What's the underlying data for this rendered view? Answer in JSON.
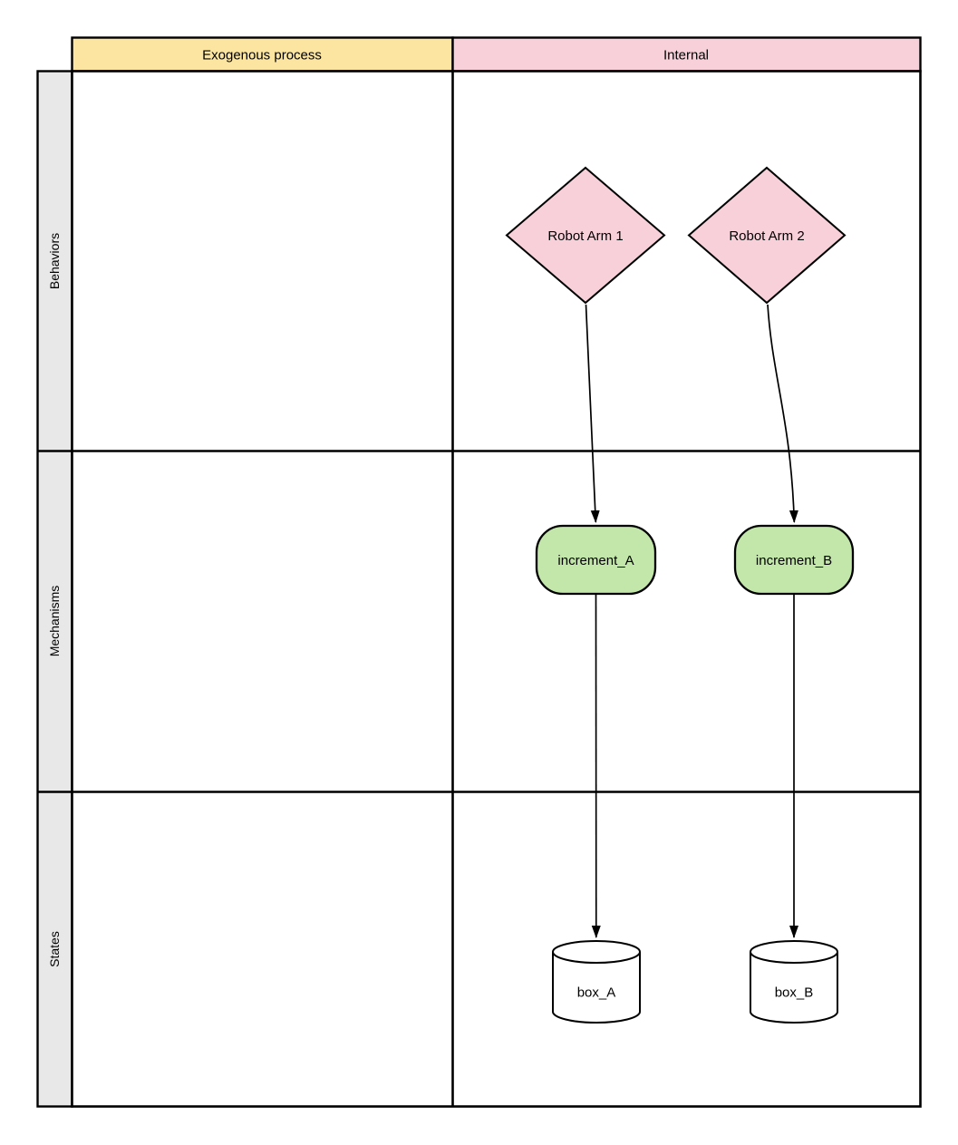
{
  "diagram": {
    "type": "swimlane-flowchart",
    "column_headers": [
      {
        "label": "Exogenous process"
      },
      {
        "label": "Internal"
      }
    ],
    "row_headers": [
      {
        "label": "Behaviors"
      },
      {
        "label": "Mechanisms"
      },
      {
        "label": "States"
      }
    ],
    "nodes": {
      "robot_arm_1": {
        "label": "Robot Arm 1",
        "shape": "diamond",
        "lane_row": "Behaviors",
        "lane_column": "Internal"
      },
      "robot_arm_2": {
        "label": "Robot Arm 2",
        "shape": "diamond",
        "lane_row": "Behaviors",
        "lane_column": "Internal"
      },
      "increment_a": {
        "label": "increment_A",
        "shape": "rounded-rect",
        "lane_row": "Mechanisms",
        "lane_column": "Internal"
      },
      "increment_b": {
        "label": "increment_B",
        "shape": "rounded-rect",
        "lane_row": "Mechanisms",
        "lane_column": "Internal"
      },
      "box_a": {
        "label": "box_A",
        "shape": "cylinder",
        "lane_row": "States",
        "lane_column": "Internal"
      },
      "box_b": {
        "label": "box_B",
        "shape": "cylinder",
        "lane_row": "States",
        "lane_column": "Internal"
      }
    },
    "edges": [
      {
        "from": "Robot Arm 1",
        "to": "increment_A",
        "arrow": "filled-triangle"
      },
      {
        "from": "Robot Arm 2",
        "to": "increment_B",
        "arrow": "filled-triangle"
      },
      {
        "from": "increment_A",
        "to": "box_A",
        "arrow": "filled-triangle"
      },
      {
        "from": "increment_B",
        "to": "box_B",
        "arrow": "filled-triangle"
      }
    ],
    "colors": {
      "header_yellow": "#FBE5A0",
      "header_pink": "#F8D0DA",
      "node_pink": "#F8D0DA",
      "node_green": "#C3E6AB",
      "lane_gray": "#E8E8E8",
      "shape_white": "#FFFFFF",
      "border": "#000000"
    }
  }
}
